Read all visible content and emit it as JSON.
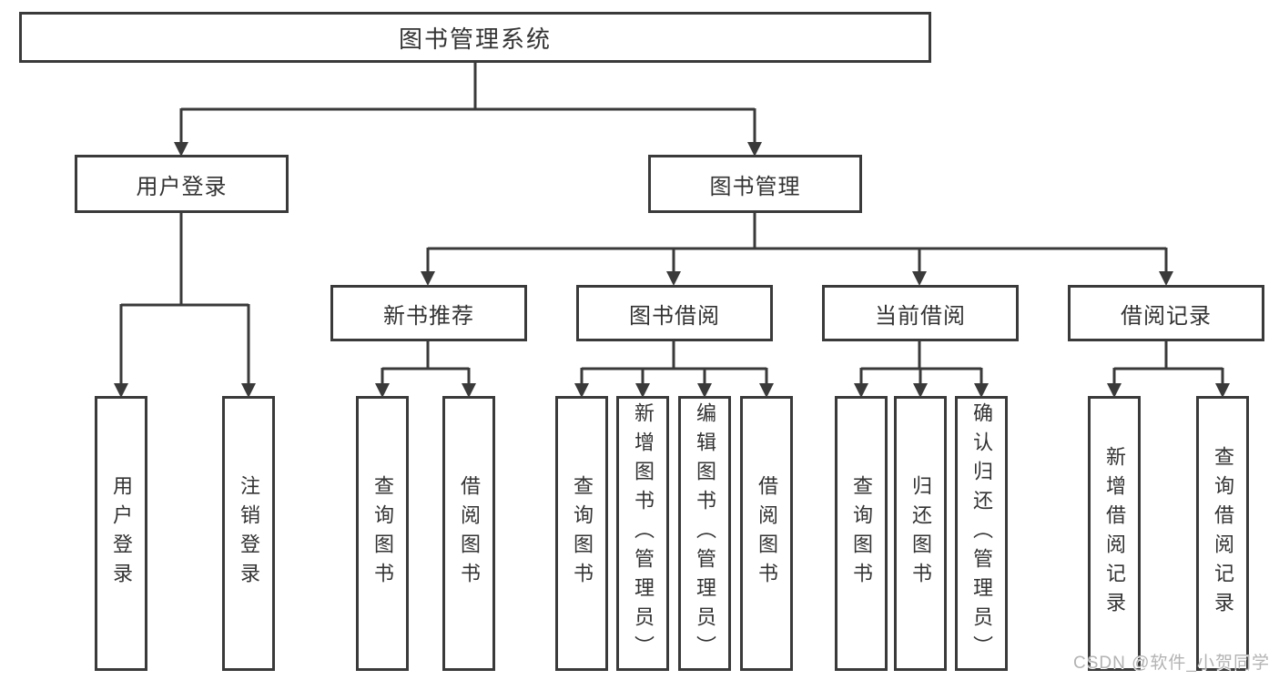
{
  "diagram": {
    "root": {
      "label": "图书管理系统"
    },
    "level2": [
      {
        "label": "用户登录"
      },
      {
        "label": "图书管理"
      }
    ],
    "level3": [
      {
        "label": "新书推荐"
      },
      {
        "label": "图书借阅"
      },
      {
        "label": "当前借阅"
      },
      {
        "label": "借阅记录"
      }
    ],
    "leaves": {
      "user_login": [
        "用户登录",
        "注销登录"
      ],
      "new_book": [
        "查询图书",
        "借阅图书"
      ],
      "book_borrow": [
        "查询图书",
        "新增图书（管理员）",
        "编辑图书（管理员）",
        "借阅图书"
      ],
      "current_borrow": [
        "查询图书",
        "归还图书",
        "确认归还（管理员）"
      ],
      "borrow_record": [
        "新增借阅记录",
        "查询借阅记录"
      ]
    }
  },
  "watermark": {
    "text": "CSDN @软件_小贺同学"
  },
  "colors": {
    "line": "#3a3a3a",
    "text": "#333333",
    "watermark": "#b3b3b3",
    "background": "#ffffff"
  }
}
